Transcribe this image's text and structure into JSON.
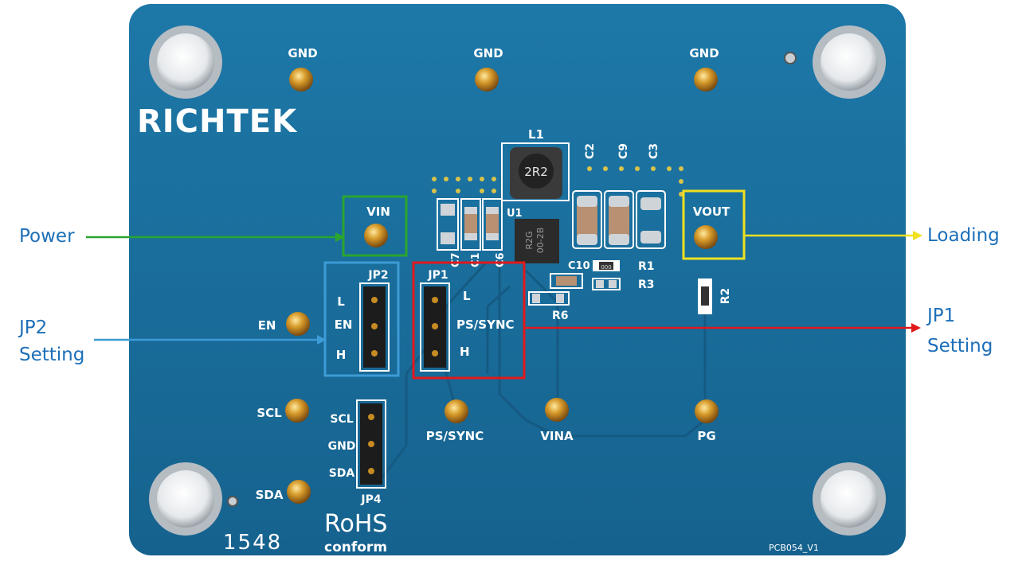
{
  "board": {
    "brand": "RICHTEK",
    "rohs": "RoHS",
    "conform": "conform",
    "code": "1548",
    "pcb": "PCB054_V1",
    "inductor": "L1",
    "inductor_marking": "2R2",
    "chip_marking": "00-2B",
    "chip_marking2": "R2G",
    "color": "#1a6e9c"
  },
  "connectors": {
    "gnd1": "GND",
    "gnd2": "GND",
    "gnd3": "GND",
    "vin": "VIN",
    "vout": "VOUT",
    "en": "EN",
    "scl": "SCL",
    "sda": "SDA",
    "ps_sync": "PS/SYNC",
    "vina": "VINA",
    "pg": "PG"
  },
  "jumpers": {
    "jp1": {
      "title": "JP1",
      "l": "L",
      "mid": "PS/SYNC",
      "h": "H"
    },
    "jp2": {
      "title": "JP2",
      "l": "L",
      "mid": "EN",
      "h": "H"
    },
    "jp4": {
      "title": "JP4",
      "scl": "SCL",
      "gnd": "GND",
      "sda": "SDA"
    }
  },
  "parts": {
    "l1": "L1",
    "u1": "U1",
    "c2": "C2",
    "c9": "C9",
    "c3": "C3",
    "c7": "C7",
    "c1": "C1",
    "c6": "C6",
    "c10": "C10",
    "r1": "R1",
    "r3": "R3",
    "r6": "R6",
    "r2": "R2",
    "r1_code": "000"
  },
  "callouts": {
    "power": {
      "label": "Power",
      "color": "#2aa52f"
    },
    "loading": {
      "label": "Loading",
      "color": "#f0e020"
    },
    "jp2": {
      "line1": "JP2",
      "line2": "Setting",
      "color": "#3d9bd6"
    },
    "jp1": {
      "line1": "JP1",
      "line2": "Setting",
      "color": "#e0191b"
    }
  }
}
